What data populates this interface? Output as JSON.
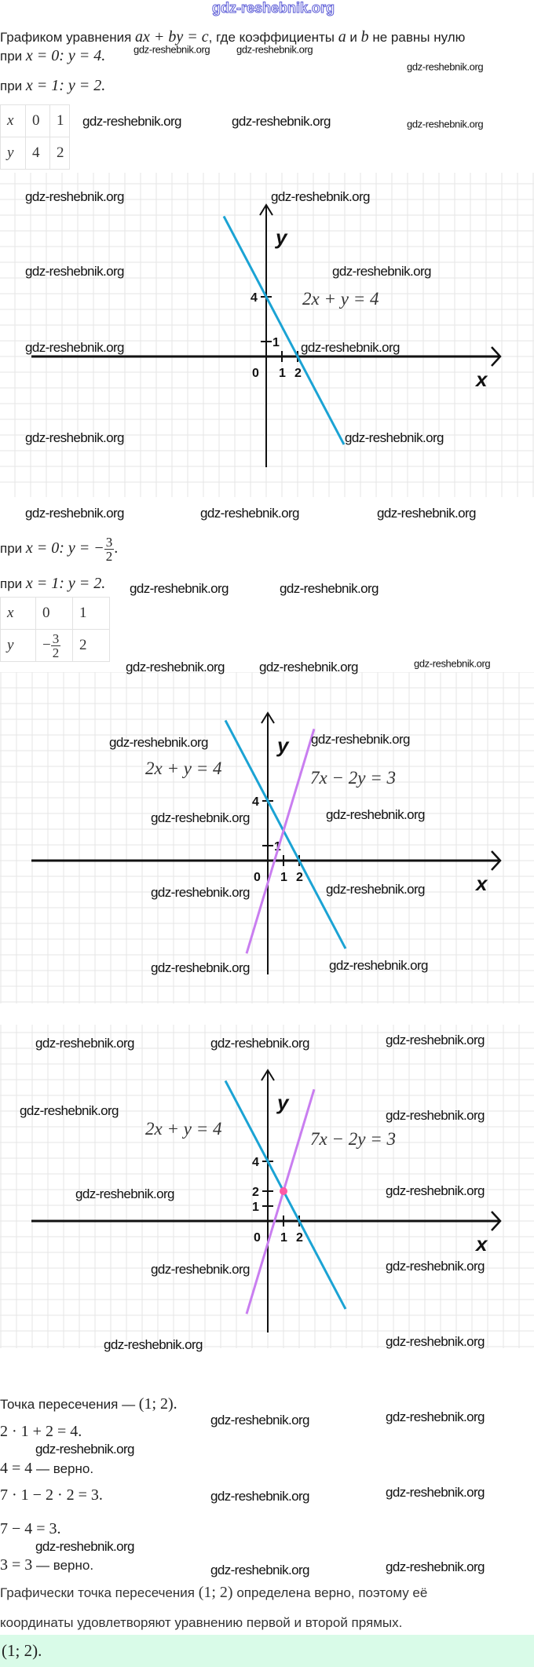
{
  "watermark": "gdz-reshebnik.org",
  "intro": {
    "t1": "Графиком уравнения ",
    "m1": "ax + by = c",
    "t2": ", где коэффициенты ",
    "m2": "a",
    "t3": " и ",
    "m3": "b",
    "t4": " не равны нулю"
  },
  "step1": {
    "pre": "при ",
    "line1_math": "x = 0: y = 4.",
    "line2_math": "x = 1: y = 2."
  },
  "table1": {
    "row_x": [
      "x",
      "0",
      "1"
    ],
    "row_y": [
      "y",
      "4",
      "2"
    ]
  },
  "step2": {
    "pre": "при ",
    "line1_math": "x = 0: y = −",
    "line1_frac_num": "3",
    "line1_frac_den": "2",
    "line1_end": ".",
    "line2_math": "x = 1: y = 2."
  },
  "table2": {
    "row_x": [
      "x",
      "0",
      "1"
    ],
    "row_y": [
      "y",
      "−",
      "3",
      "2",
      "2"
    ]
  },
  "graphs": [
    {
      "axis_x": "x",
      "axis_y": "y",
      "origin_label": "0",
      "x_ticks": [
        "1",
        "2"
      ],
      "y_ticks": [
        {
          "v": 4,
          "label": "4",
          "side": "left"
        },
        {
          "v": 1,
          "label": "1",
          "side": "right"
        }
      ],
      "lines": [
        {
          "eq": "2x + y = 4",
          "a": 2,
          "b": 1,
          "c": 4,
          "xmin": -2.7,
          "xmax": 4.95,
          "color": "#1ba3d4"
        }
      ],
      "point": null
    },
    {
      "axis_x": "x",
      "axis_y": "y",
      "origin_label": "0",
      "x_ticks": [
        "1",
        "2"
      ],
      "y_ticks": [
        {
          "v": 4,
          "label": "4",
          "side": "left"
        },
        {
          "v": 1,
          "label": "1",
          "side": "right"
        }
      ],
      "lines": [
        {
          "eq": "2x + y = 4",
          "a": 2,
          "b": 1,
          "c": 4,
          "xmin": -2.7,
          "xmax": 4.95,
          "color": "#1ba3d4"
        },
        {
          "eq": "7x − 2y = 3",
          "a": 7,
          "b": -2,
          "c": 3,
          "xmin": -1.35,
          "xmax": 2.95,
          "color": "#c97ef0"
        }
      ],
      "point": null
    },
    {
      "axis_x": "x",
      "axis_y": "y",
      "origin_label": "0",
      "x_ticks": [
        "1",
        "2"
      ],
      "y_ticks": [
        {
          "v": 4,
          "label": "4",
          "side": "left"
        },
        {
          "v": 2,
          "label": "2",
          "side": "left"
        },
        {
          "v": 1,
          "label": "1",
          "side": "left"
        }
      ],
      "lines": [
        {
          "eq": "2x + y = 4",
          "a": 2,
          "b": 1,
          "c": 4,
          "xmin": -2.7,
          "xmax": 4.95,
          "color": "#1ba3d4"
        },
        {
          "eq": "7x − 2y = 3",
          "a": 7,
          "b": -2,
          "c": 3,
          "xmin": -1.35,
          "xmax": 2.95,
          "color": "#c97ef0"
        }
      ],
      "point": {
        "x": 1,
        "y": 2,
        "color": "#ff5aa5"
      }
    }
  ],
  "check": {
    "intersection_text": "Точка пересечения — ",
    "intersection_math": "(1; 2).",
    "c1": "2 · 1 + 2 = 4.",
    "c2_math": "4 = 4",
    "c2_text": " — верно.",
    "c3": "7 · 1 − 2 · 2 = 3.",
    "c4": "7 − 4 = 3.",
    "c5_math": "3 = 3",
    "c5_text": " — верно.",
    "concl_t1": "Графически точка пересечения ",
    "concl_m": "(1; 2)",
    "concl_t2": " определена верно, поэтому её",
    "concl_line2": "координаты удовлетворяют уравнению первой и второй прямых."
  },
  "answer": "(1; 2)."
}
